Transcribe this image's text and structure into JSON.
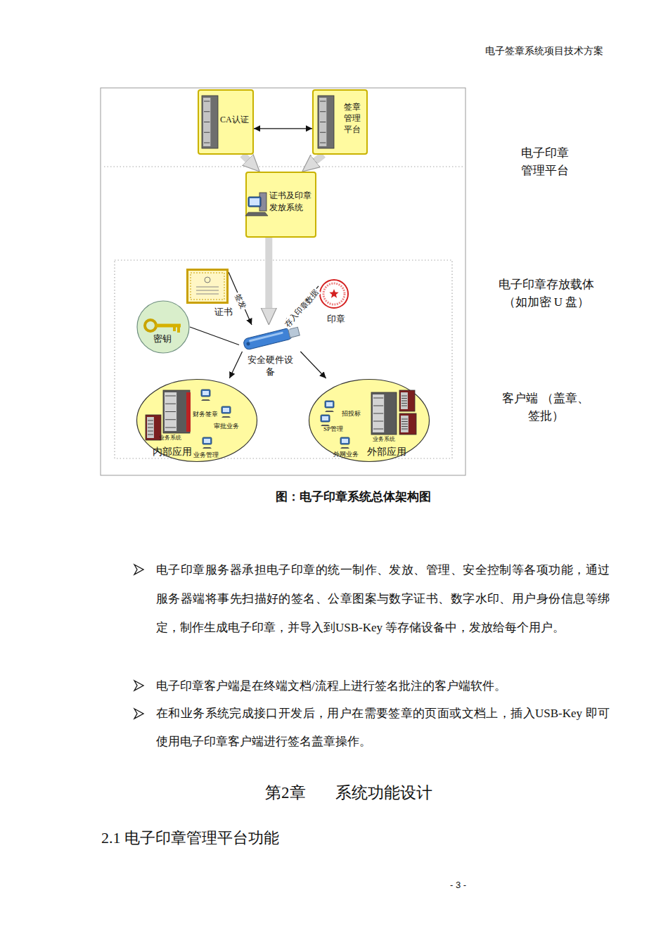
{
  "diagram": {
    "caption": "图：电子印章系统总体架构图",
    "nodes": [
      {
        "text": [
          "CA认证"
        ]
      },
      {
        "text": [
          "签章 管理 平台"
        ]
      },
      {
        "text": [
          "证书及印章 发放系统"
        ]
      },
      {
        "text": [
          "证书"
        ]
      },
      {
        "text": [
          "印章"
        ]
      },
      {
        "text": [
          "密钥"
        ]
      },
      {
        "text": [
          "安全硬件设备"
        ]
      },
      {
        "text": [
          "内部应用"
        ]
      },
      {
        "text": [
          "外部应用"
        ]
      }
    ],
    "edges": [
      {
        "from": 0,
        "to": 1,
        "arrow": "both"
      },
      {
        "from": 0,
        "to": 2,
        "arrow": "to"
      },
      {
        "from": 1,
        "to": 2,
        "arrow": "to"
      },
      {
        "from": 2,
        "to": 6,
        "arrow": "to"
      },
      {
        "from": 3,
        "to": 6,
        "label": "签发",
        "arrow": "to"
      },
      {
        "from": 4,
        "to": 6,
        "label": "存入印章数据",
        "arrow": "to"
      },
      {
        "from": 5,
        "to": 6,
        "arrow": "none"
      },
      {
        "from": 6,
        "to": 7,
        "arrow": "to"
      },
      {
        "from": 6,
        "to": 8,
        "arrow": "to"
      }
    ],
    "labels": [
      "电子签章系统项目技术方案",
      "电子印章 管理平台",
      "电子印章存放载体 （如加密 U 盘）",
      "客户端 （盖章、签批）",
      "财务签章",
      "审批业务",
      "业务系统",
      "业务管理",
      "招投标",
      "SP管理",
      "业务系统",
      "外网业务",
      "电子印章服务器承担电子印章的统一制作、发放、管理、安全控制等各项功能，通过服务器端将事先扫描好的签名、公章图案与数字证书、数字水印、用户身份信息等绑定，制作生成电子印章，并导入到USB-Key 等存储设备中，发放给每个用户。",
      "电子印章客户端是在终端文档/流程上进行签名批注的客户端软件。",
      "在和业务系统完成接口开发后，用户在需要签章的页面或文档上，插入USB-Key 即可使用电子印章客户端进行签名盖章操作。",
      "第2章",
      "系统功能设计",
      "2.1 电子印章管理平台功能",
      "- 3 -"
    ]
  }
}
